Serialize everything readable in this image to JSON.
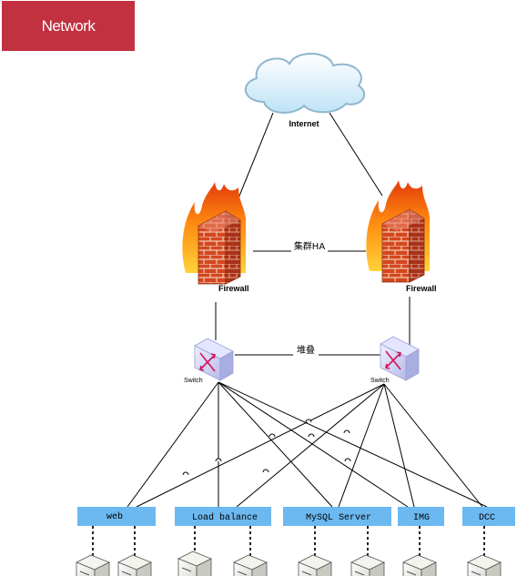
{
  "banner": {
    "title": "Network",
    "color": "#c2313f"
  },
  "cloud": {
    "label": "Internet"
  },
  "firewalls": [
    {
      "label": "Firewall"
    },
    {
      "label": "Firewall"
    }
  ],
  "firewall_link": {
    "label": "集群HA"
  },
  "switches": [
    {
      "label": "Switch"
    },
    {
      "label": "Switch"
    }
  ],
  "switch_link": {
    "label": "堆叠"
  },
  "server_groups": [
    {
      "label": "web"
    },
    {
      "label": "Load balance"
    },
    {
      "label": "MySQL Server"
    },
    {
      "label": "IMG"
    },
    {
      "label": "DCC"
    }
  ],
  "colors": {
    "group_box": "#6cb8f0",
    "switch": "#c9cdf2",
    "line": "#000000"
  }
}
